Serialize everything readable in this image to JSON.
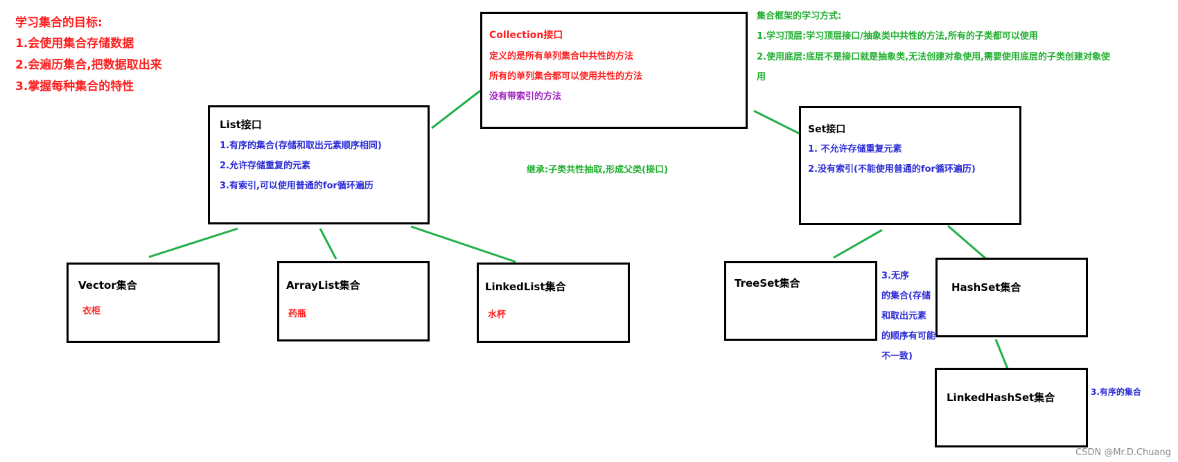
{
  "goals": {
    "title": "学习集合的目标:",
    "items": [
      "1.会使用集合存储数据",
      "2.会遍历集合,把数据取出来",
      "3.掌握每种集合的特性"
    ]
  },
  "learning_method": {
    "title": "集合框架的学习方式:",
    "line1": "1.学习顶层:学习顶层接口/抽象类中共性的方法,所有的子类都可以使用",
    "line2a": "2.使用底层:底层不是接口就是抽象类,无法创建对象使用,需要使用底层的子类创建对象使",
    "line2b": "用"
  },
  "collection": {
    "title": "Collection接口",
    "line1": "定义的是所有单列集合中共性的方法",
    "line2": "所有的单列集合都可以使用共性的方法",
    "line3": "没有带索引的方法"
  },
  "list": {
    "title": "List接口",
    "items": [
      "1.有序的集合(存储和取出元素顺序相同)",
      "2.允许存储重复的元素",
      "3.有索引,可以使用普通的for循环遍历"
    ]
  },
  "set": {
    "title": "Set接口",
    "items": [
      "1. 不允许存储重复元素",
      "2.没有索引(不能使用普通的for循环遍历)"
    ]
  },
  "inherit_note": "继承:子类共性抽取,形成父类(接口)",
  "vector": {
    "title": "Vector集合",
    "note": "衣柜"
  },
  "arraylist": {
    "title": "ArrayList集合",
    "note": "药瓶"
  },
  "linkedlist": {
    "title": "LinkedList集合",
    "note": "水杯"
  },
  "treeset": {
    "title": "TreeSet集合"
  },
  "hashset": {
    "title": "HashSet集合"
  },
  "linkedhashset": {
    "title": "LinkedHashSet集合"
  },
  "unordered_note": [
    "3.无序",
    "的集合(存储",
    "和取出元素",
    "的顺序有可能",
    "不一致)"
  ],
  "ordered_note": "3.有序的集合",
  "watermark": "CSDN @Mr.D.Chuang",
  "colors": {
    "red": "#ff1f1f",
    "blue": "#2b2bd6",
    "green": "#1fae2e",
    "purple": "#a020c0",
    "line": "#22b04a"
  }
}
